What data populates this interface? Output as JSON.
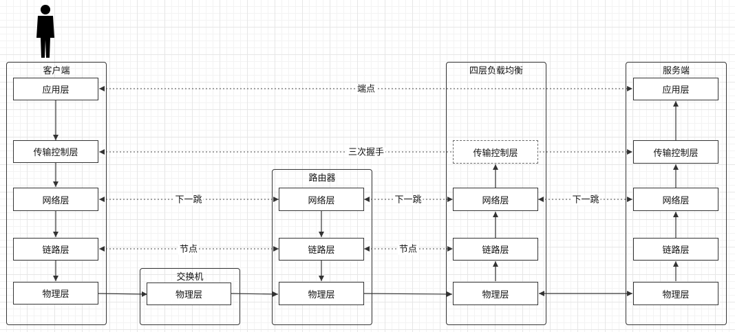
{
  "containers": {
    "client": "客户端",
    "switch": "交换机",
    "router": "路由器",
    "lb4": "四层负载均衡",
    "server": "服务端"
  },
  "layers": {
    "app": "应用层",
    "transport": "传输控制层",
    "network": "网络层",
    "link": "链路层",
    "physical": "物理层"
  },
  "edge_labels": {
    "endpoint": "端点",
    "handshake": "三次握手",
    "next_hop": "下一跳",
    "node": "节点"
  },
  "icons": {
    "user": "person-icon"
  }
}
